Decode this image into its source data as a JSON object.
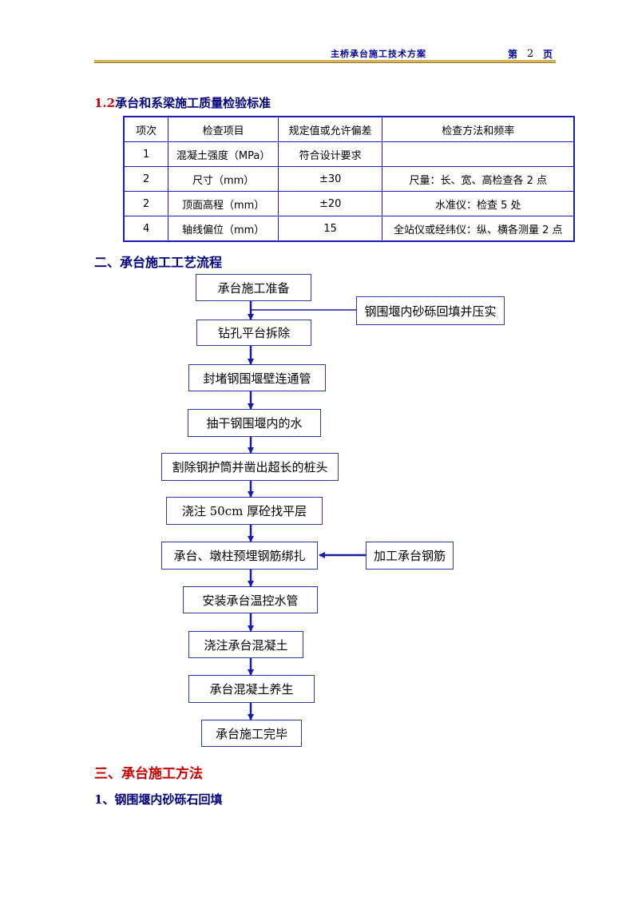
{
  "header": {
    "title": "主桥承台施工技术方案",
    "page_label": "第",
    "page_number": "2",
    "page_suffix": "页"
  },
  "section_1_2": {
    "number": "1.2",
    "title": "承台和系梁施工质量检验标准"
  },
  "table": {
    "headers": [
      "项次",
      "检查项目",
      "规定值或允许偏差",
      "检查方法和频率"
    ],
    "rows": [
      [
        "1",
        "混凝土强度（MPa）",
        "符合设计要求",
        ""
      ],
      [
        "2",
        "尺寸（mm）",
        "±30",
        "尺量：长、宽、高检查各 2 点"
      ],
      [
        "2",
        "顶面高程（mm）",
        "±20",
        "水准仪：检查 5 处"
      ],
      [
        "4",
        "轴线偏位（mm）",
        "15",
        "全站仪或经纬仪：纵、横各测量 2 点"
      ]
    ]
  },
  "section_2": {
    "title": "二、承台施工工艺流程"
  },
  "flow": {
    "steps": [
      "承台施工准备",
      "钻孔平台拆除",
      "封堵钢围堰壁连通管",
      "抽干钢围堰内的水",
      "割除钢护筒并凿出超长的桩头",
      "浇注 50cm 厚砼找平层",
      "承台、墩柱预埋钢筋绑扎",
      "安装承台温控水管",
      "浇注承台混凝土",
      "承台混凝土养生",
      "承台施工完毕"
    ],
    "side_inputs": [
      "钢围堰内砂砾回填并压实",
      "加工承台钢筋"
    ],
    "line_color": "#1a1aa8"
  },
  "section_3": {
    "title": "三、承台施工方法"
  },
  "section_3_1": {
    "title": "1、钢围堰内砂砾石回填"
  }
}
